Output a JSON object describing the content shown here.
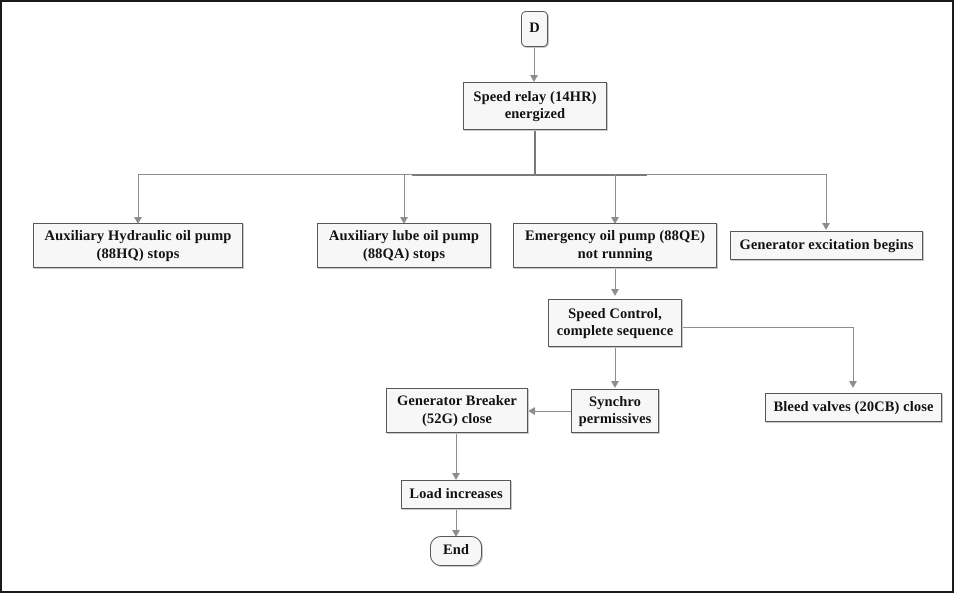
{
  "diagram": {
    "title": "Gas turbine shutdown / start-up sequence flowchart (continuation D)",
    "nodes": {
      "start": {
        "label": "D",
        "shape": "rounded-rect"
      },
      "speed_relay": {
        "label": "Speed relay (14HR)\nenergized",
        "shape": "rect"
      },
      "aux_hydraulic": {
        "label": "Auxiliary Hydraulic oil pump\n(88HQ) stops",
        "shape": "rect"
      },
      "aux_lube": {
        "label": "Auxiliary lube oil pump\n(88QA) stops",
        "shape": "rect"
      },
      "emergency_pump": {
        "label": "Emergency oil pump (88QE)\nnot running",
        "shape": "rect"
      },
      "gen_excitation": {
        "label": "Generator excitation begins",
        "shape": "rect"
      },
      "speed_control": {
        "label": "Speed Control,\ncomplete sequence",
        "shape": "rect"
      },
      "synchro": {
        "label": "Synchro\npermissives",
        "shape": "rect"
      },
      "gen_breaker": {
        "label": "Generator Breaker\n(52G) close",
        "shape": "rect"
      },
      "bleed_valves": {
        "label": "Bleed valves (20CB) close",
        "shape": "rect"
      },
      "load_increases": {
        "label": "Load increases",
        "shape": "rect"
      },
      "end": {
        "label": "End",
        "shape": "rounded-pill"
      }
    },
    "edges": [
      {
        "from": "start",
        "to": "speed_relay",
        "direction": "down"
      },
      {
        "from": "speed_relay",
        "to": "aux_hydraulic",
        "direction": "down"
      },
      {
        "from": "speed_relay",
        "to": "aux_lube",
        "direction": "down"
      },
      {
        "from": "speed_relay",
        "to": "emergency_pump",
        "direction": "down"
      },
      {
        "from": "speed_relay",
        "to": "gen_excitation",
        "direction": "down"
      },
      {
        "from": "emergency_pump",
        "to": "speed_control",
        "direction": "down"
      },
      {
        "from": "speed_control",
        "to": "synchro",
        "direction": "down"
      },
      {
        "from": "speed_control",
        "to": "bleed_valves",
        "direction": "right-down"
      },
      {
        "from": "synchro",
        "to": "gen_breaker",
        "direction": "left"
      },
      {
        "from": "gen_breaker",
        "to": "load_increases",
        "direction": "down"
      },
      {
        "from": "load_increases",
        "to": "end",
        "direction": "down"
      }
    ],
    "colors": {
      "node_fill": "#f7f7f7",
      "node_border": "#585858",
      "connector": "#8d8d8d",
      "frame": "#1a1a1a",
      "text": "#111111"
    }
  }
}
